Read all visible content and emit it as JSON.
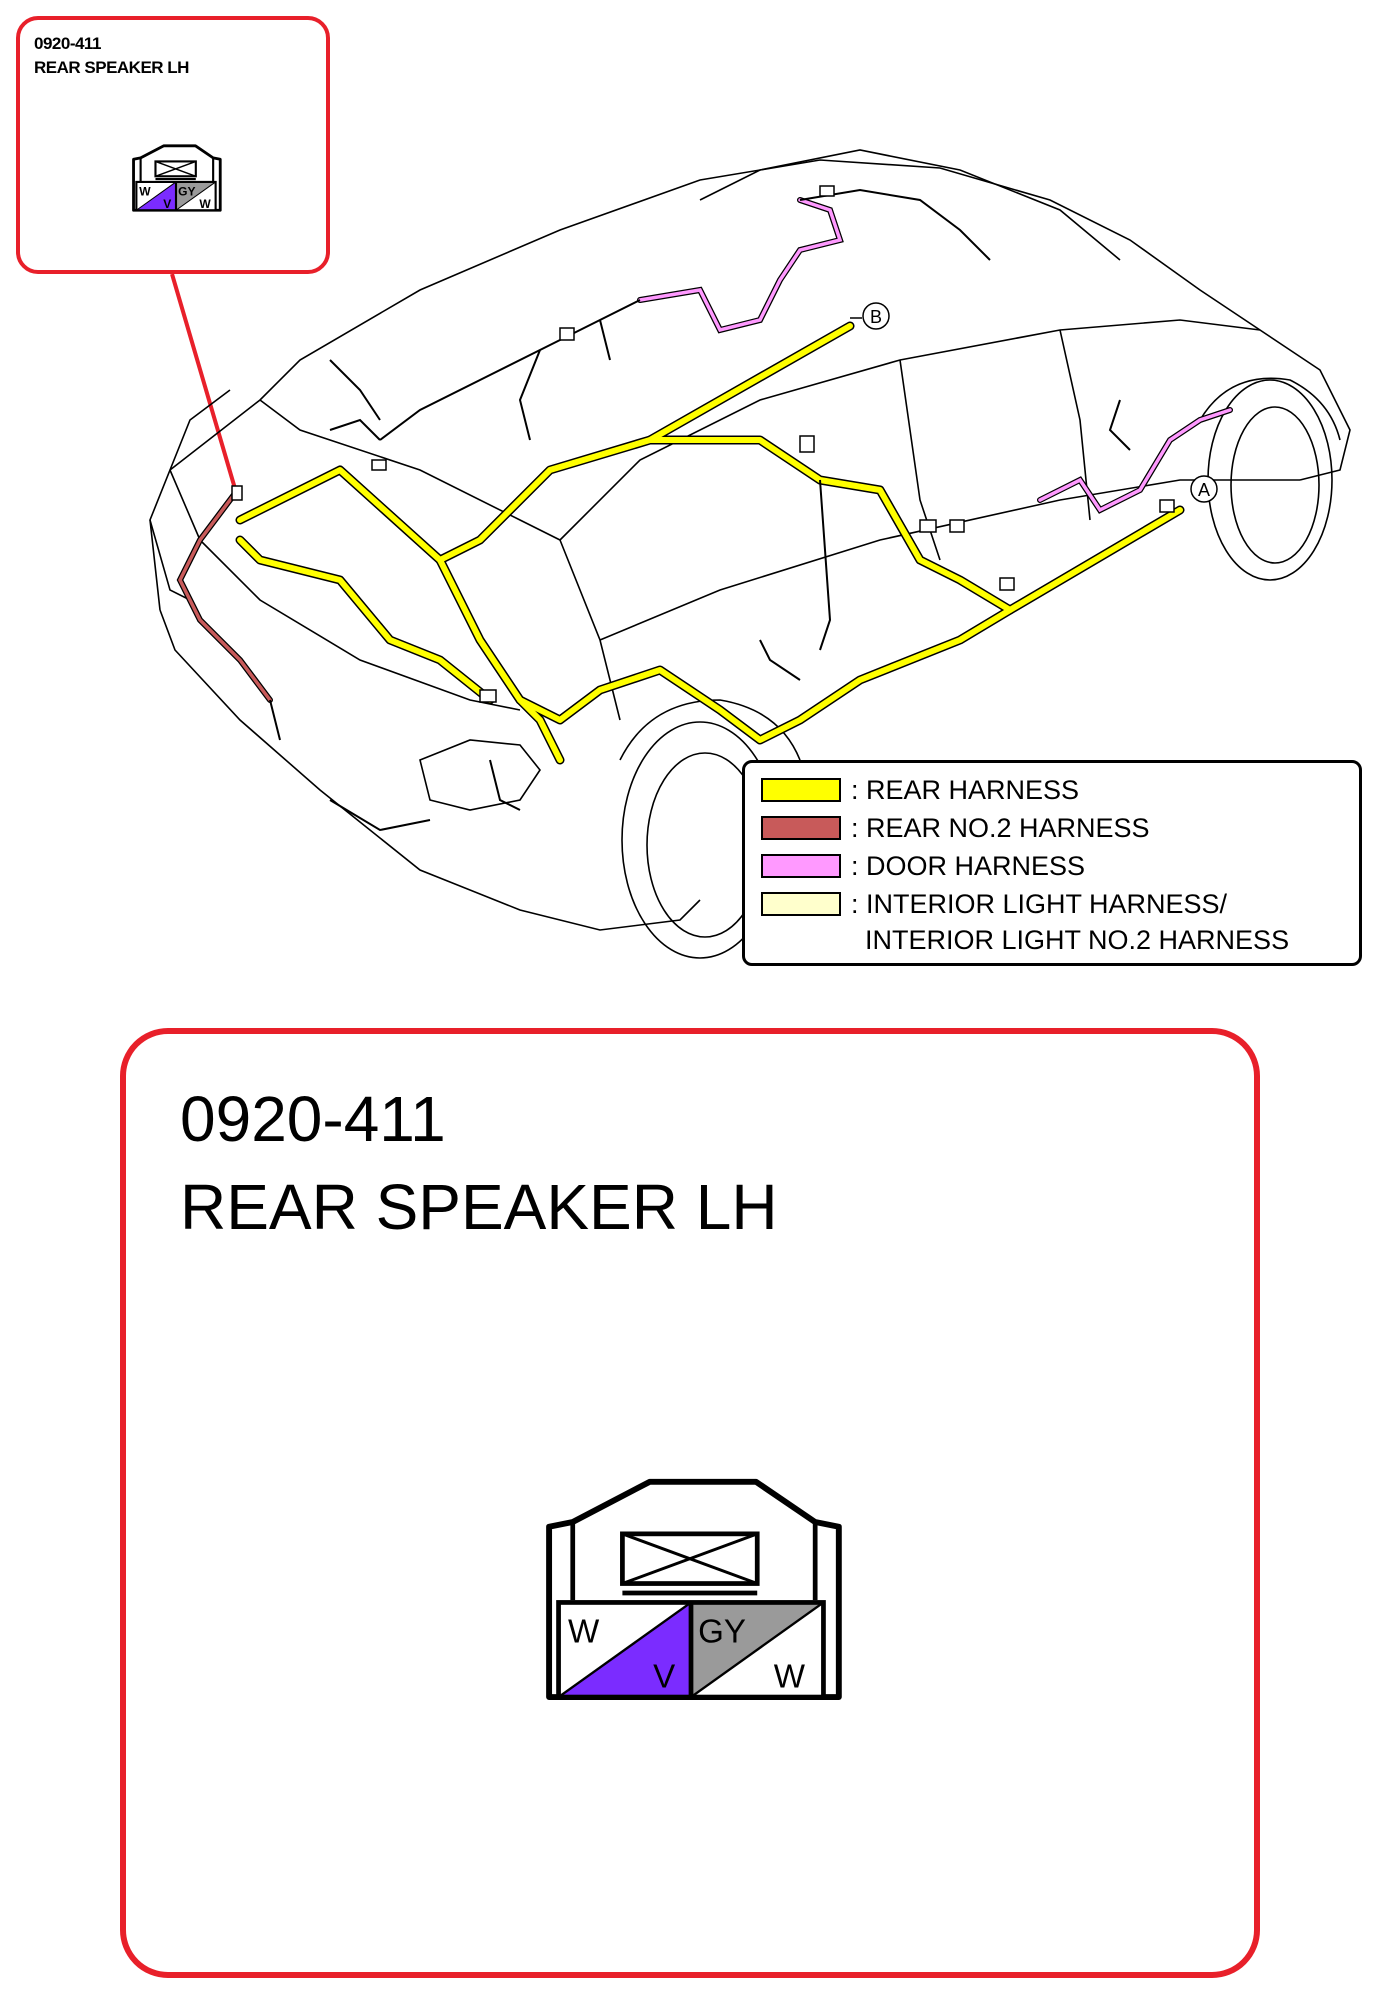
{
  "callout": {
    "code": "0920-411",
    "name": "REAR SPEAKER LH"
  },
  "connector": {
    "pins": [
      {
        "top_label": "W",
        "bottom_label": "V",
        "top_color": "#ffffff",
        "bottom_color": "#7b2cff"
      },
      {
        "top_label": "GY",
        "bottom_label": "W",
        "top_color": "#9a9a9a",
        "bottom_color": "#ffffff"
      }
    ]
  },
  "diagram_markers": {
    "marker_a": "A",
    "marker_b": "B"
  },
  "legend": {
    "items": [
      {
        "label": ": REAR HARNESS",
        "color": "#ffff00"
      },
      {
        "label": ": REAR NO.2 HARNESS",
        "color": "#c85a5a"
      },
      {
        "label": ": DOOR HARNESS",
        "color": "#ff99ff"
      },
      {
        "label": ": INTERIOR LIGHT HARNESS/",
        "label2": "INTERIOR LIGHT NO.2 HARNESS",
        "color": "#ffffcc"
      }
    ]
  },
  "detail": {
    "code": "0920-411",
    "name": "REAR SPEAKER LH"
  }
}
